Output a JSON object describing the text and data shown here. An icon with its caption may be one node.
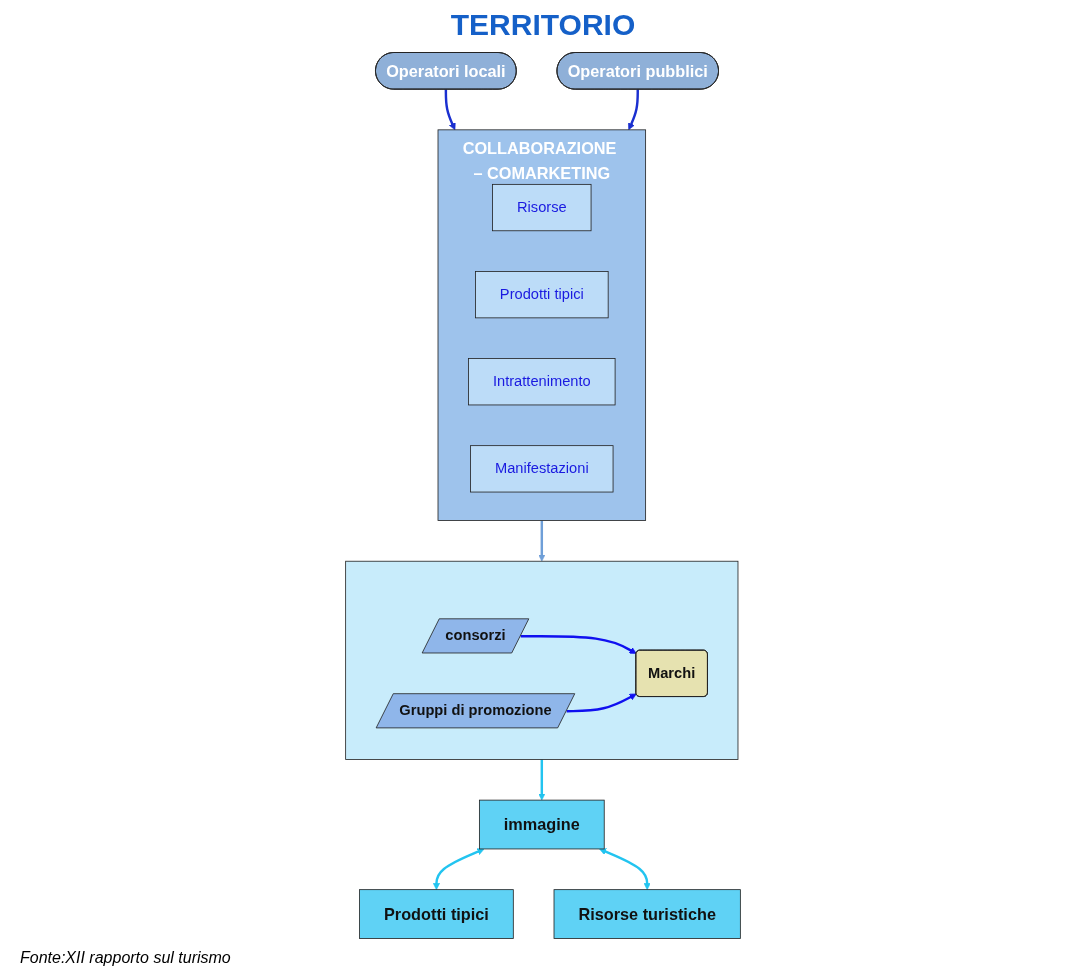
{
  "diagram": {
    "title": "TERRITORIO",
    "caption": "Fonte:XII rapporto sul turismo",
    "nodes": [
      {
        "text": [
          "Operatori locali"
        ]
      },
      {
        "text": [
          "Operatori pubblici"
        ]
      },
      {
        "text": [
          "COLLABORAZIONE – COMARKETING"
        ]
      },
      {
        "text": [
          "Risorse"
        ],
        "in": 2
      },
      {
        "text": [
          "Prodotti tipici"
        ],
        "in": 2
      },
      {
        "text": [
          "Intrattenimento"
        ],
        "in": 2
      },
      {
        "text": [
          "Manifestazioni"
        ],
        "in": 2
      },
      {
        "text": [],
        "shape": "box"
      },
      {
        "text": [
          "consorzi"
        ],
        "in": 7
      },
      {
        "text": [
          "Gruppi di promozione"
        ],
        "in": 7
      },
      {
        "text": [
          "Marchi"
        ],
        "in": 7
      },
      {
        "text": [
          "Prodotti tipici"
        ]
      },
      {
        "text": [
          "immagine"
        ]
      },
      {
        "text": [
          "Risorse turistiche"
        ]
      }
    ],
    "edges": [
      {
        "from": 0,
        "to": 2,
        "arrow": "to",
        "color": "#1a2fd0"
      },
      {
        "from": 1,
        "to": 2,
        "arrow": "to",
        "color": "#1a2fd0"
      },
      {
        "from": 2,
        "to": 7,
        "arrow": "to",
        "color": "#6f9fd8"
      },
      {
        "from": 8,
        "to": 10,
        "arrow": "to",
        "color": "#1010f0"
      },
      {
        "from": 9,
        "to": 10,
        "arrow": "to",
        "color": "#1010f0"
      },
      {
        "from": 7,
        "to": 12,
        "arrow": "to",
        "color": "#22c4f0"
      },
      {
        "from": 12,
        "to": 11,
        "arrow": "both",
        "color": "#22c4f0"
      },
      {
        "from": 12,
        "to": 13,
        "arrow": "both",
        "color": "#22c4f0"
      }
    ]
  }
}
